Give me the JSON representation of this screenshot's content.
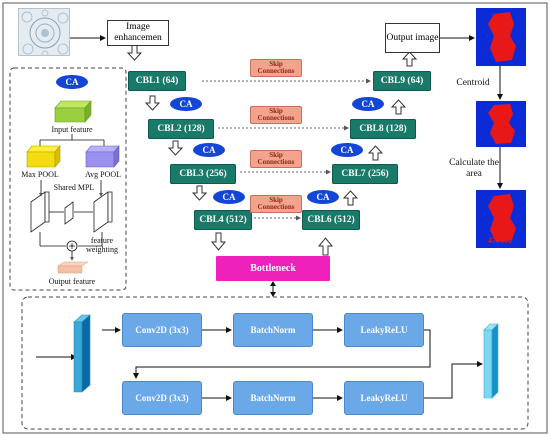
{
  "pipeline": {
    "enhance_label": "Image enhancemen",
    "output_label": "Output image",
    "centroid_label": "Centroid",
    "area_label": "Calculate the area",
    "area_value": "477800"
  },
  "encoder": [
    "CBL1 (64)",
    "CBL2 (128)",
    "CBL3 (256)",
    "CBL4 (512)"
  ],
  "decoder": [
    "CBL9 (64)",
    "CBL8 (128)",
    "CBL7 (256)",
    "CBL6 (512)"
  ],
  "bottleneck": "Bottleneck",
  "attention_label": "CA",
  "skip_label": "Skip Connections",
  "ca_module": {
    "badge": "CA",
    "input_feature": "Input feature",
    "max_pool": "Max POOL",
    "avg_pool": "Avg POOL",
    "shared_mlp": "Shared MPL",
    "feature_weighting": "feature weighting",
    "output_feature": "Output feature"
  },
  "block_row1": [
    "Conv2D (3x3)",
    "BatchNorm",
    "LeakyReLU"
  ],
  "block_row2": [
    "Conv2D (3x3)",
    "BatchNorm",
    "LeakyReLU"
  ],
  "colors": {
    "cbl": "#1a7a6a",
    "ca": "#1446d6",
    "skip": "#f4a38e",
    "bottleneck": "#ee22bb",
    "conv": "#6aa8e8"
  }
}
